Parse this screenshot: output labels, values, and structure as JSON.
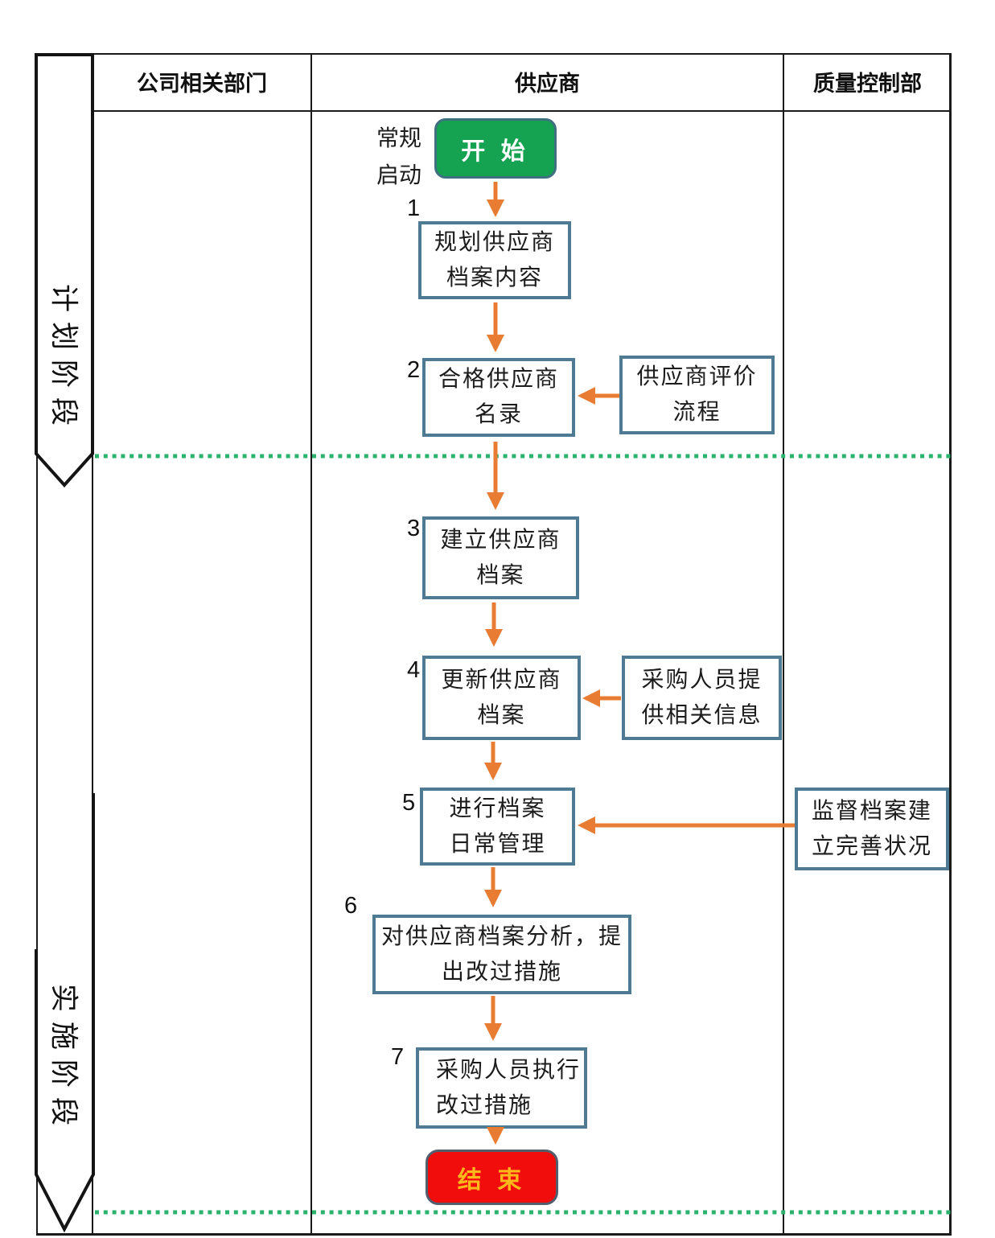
{
  "table": {
    "columns": [
      "公司相关部门",
      "供应商",
      "质量控制部"
    ]
  },
  "phases": {
    "planning": "计划阶段",
    "implementation": "实施阶段"
  },
  "flow": {
    "start_note": "常规\n启动",
    "start_label": "开 始",
    "end_label": "结 束",
    "steps": [
      {
        "no": "1",
        "text": "规划供应商\n档案内容"
      },
      {
        "no": "2",
        "text": "合格供应商\n名录"
      },
      {
        "no": "3",
        "text": "建立供应商\n档案"
      },
      {
        "no": "4",
        "text": "更新供应商\n档案"
      },
      {
        "no": "5",
        "text": "进行档案\n日常管理"
      },
      {
        "no": "6",
        "text": "对供应商档案分析，提\n出改过措施"
      },
      {
        "no": "7",
        "text": "采购人员执行\n改过措施"
      }
    ],
    "side_notes": [
      {
        "text": "供应商评价\n流程"
      },
      {
        "text": "采购人员提\n供相关信息"
      },
      {
        "text": "监督档案建\n立完善状况"
      }
    ]
  },
  "colors": {
    "arrow_orange": "#e87c33",
    "step_border_blue": "#4e7b93",
    "start_green": "#16a351",
    "start_border": "#3f7080",
    "end_red": "#f20d0d",
    "end_text_yellow": "#ffb81c",
    "phase_divider_green": "#2bb26c",
    "grid_black": "#1a1a1a"
  }
}
